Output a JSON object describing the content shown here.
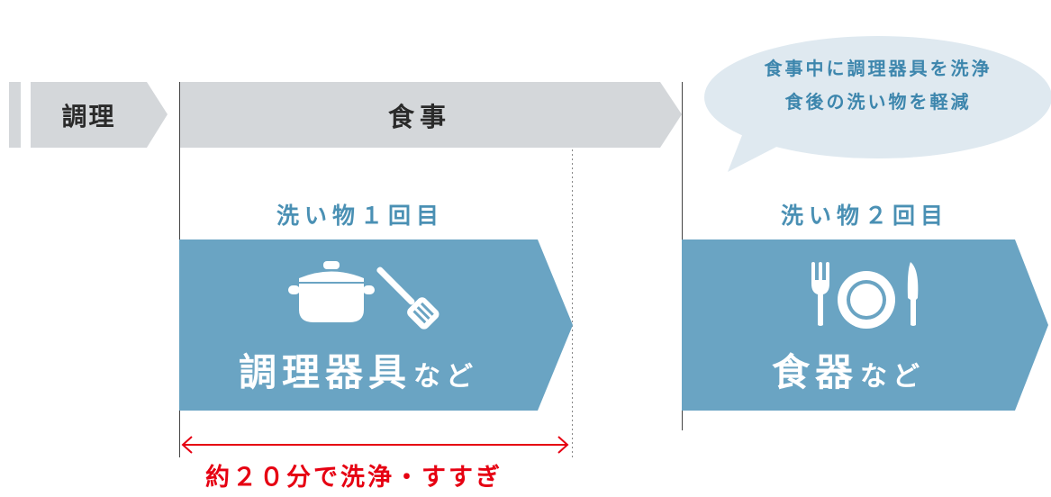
{
  "colors": {
    "timeline_gray": "#d4d7da",
    "accent_blue": "#6aa4c3",
    "title_blue": "#4a90b4",
    "bubble_fill": "#dfe9f0",
    "bubble_text": "#3d86ad",
    "duration_red": "#e60012"
  },
  "timeline": {
    "cooking_label": "調理",
    "meal_label": "食事"
  },
  "bubble": {
    "line1": "食事中に調理器具を洗浄",
    "line2": "食後の洗い物を軽減"
  },
  "wash1": {
    "title": "洗い物１回目",
    "caption_main": "調理器具",
    "caption_suffix": "など",
    "icons": [
      "pot-icon",
      "spatula-icon"
    ]
  },
  "wash2": {
    "title": "洗い物２回目",
    "caption_main": "食器",
    "caption_suffix": "など",
    "icons": [
      "fork-icon",
      "plate-icon",
      "knife-icon"
    ]
  },
  "duration": {
    "label": "約２０分で洗浄・すすぎ"
  }
}
